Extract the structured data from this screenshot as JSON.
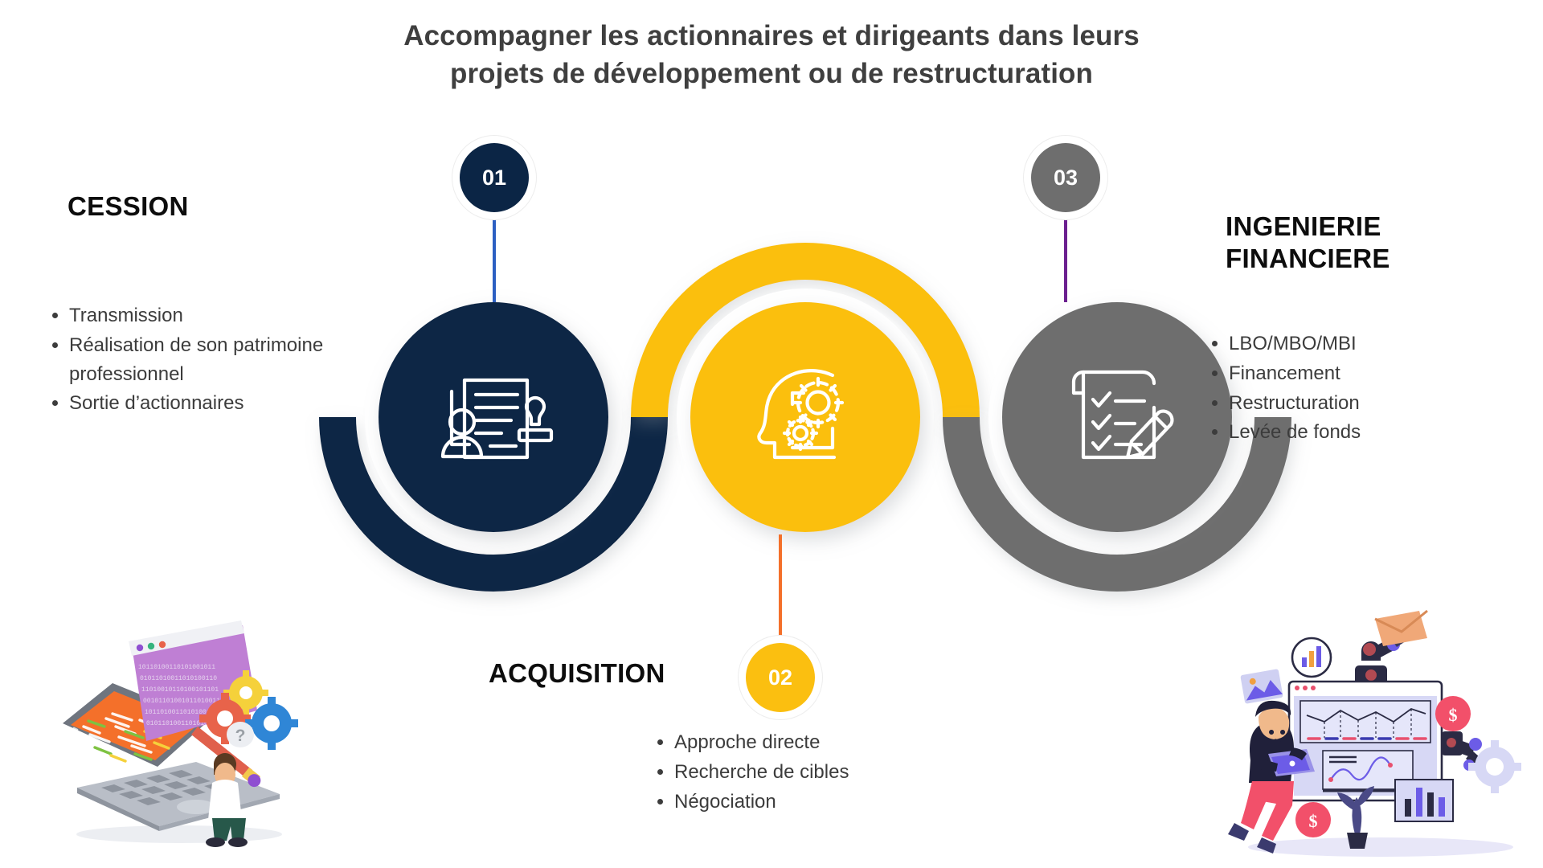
{
  "title": {
    "line1": "Accompagner les actionnaires et dirigeants dans leurs",
    "line2": "projets de développement ou de restructuration"
  },
  "sections": [
    {
      "id": "cession",
      "heading": "CESSION",
      "badge": "01",
      "badge_color": "#0b2545",
      "stem_color": "#2c5fc2",
      "circle_color": "#0b2545",
      "icon": "contract-stamp-person-icon",
      "bullets": [
        "Transmission",
        "Réalisation de son patrimoine professionnel",
        "Sortie d’actionnaires"
      ]
    },
    {
      "id": "acquisition",
      "heading": "ACQUISITION",
      "badge": "02",
      "badge_color": "#fbbf10",
      "stem_color": "#f4702a",
      "circle_color": "#fbbf10",
      "icon": "head-gears-icon",
      "bullets": [
        "Approche directe",
        "Recherche de cibles",
        "Négociation"
      ]
    },
    {
      "id": "ingenierie",
      "heading": "INGENIERIE FINANCIERE",
      "badge": "03",
      "badge_color": "#6e6e6e",
      "stem_color": "#6b1f8f",
      "circle_color": "#6e6e6e",
      "icon": "checklist-pencil-icon",
      "bullets": [
        "LBO/MBO/MBI",
        "Financement",
        "Restructuration",
        "Levée de fonds"
      ]
    }
  ],
  "illustrations": {
    "left": "laptop-code-gears-person-illustration",
    "right": "dashboard-robot-arm-analyst-illustration"
  },
  "colors": {
    "navy": "#0b2545",
    "yellow": "#fbbf10",
    "gray": "#6e6e6e",
    "blue_stem": "#2c5fc2",
    "orange_stem": "#f4702a",
    "purple_stem": "#6b1f8f",
    "title_text": "#3f3f3f",
    "body_text": "#3c3c3c",
    "background": "#ffffff"
  }
}
